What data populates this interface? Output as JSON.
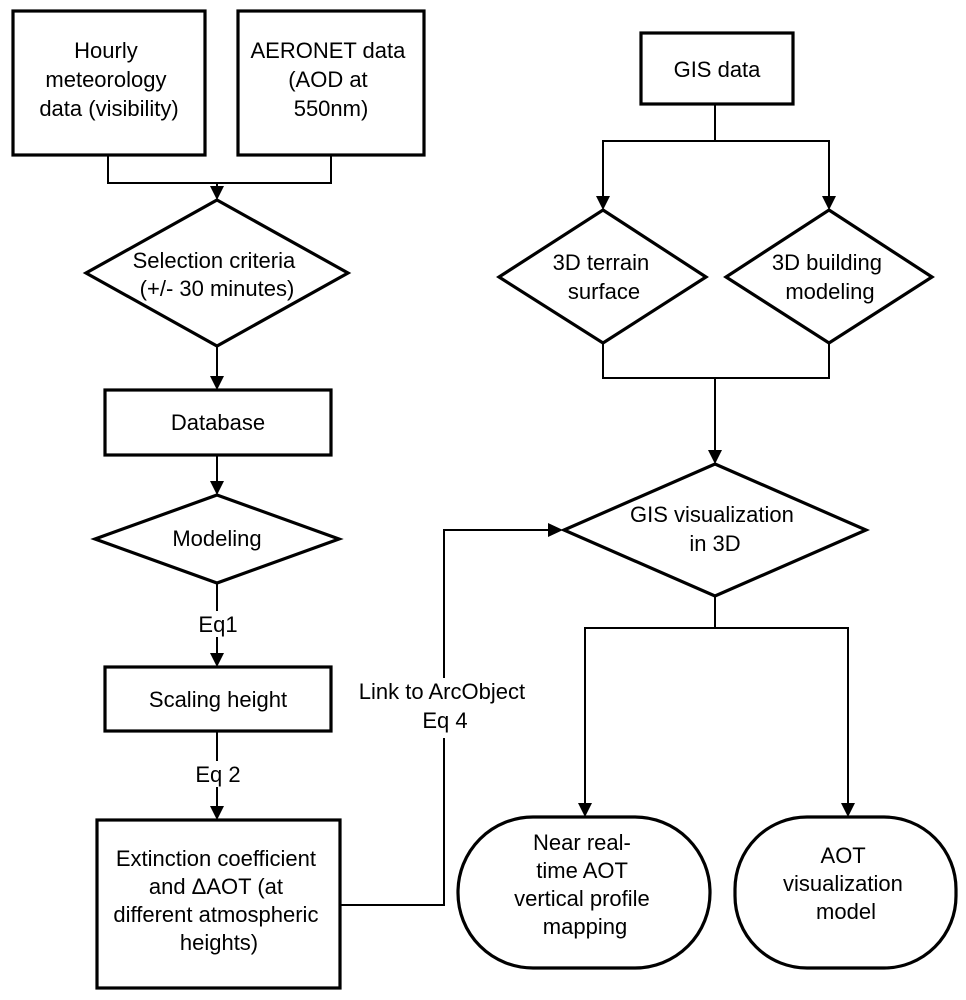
{
  "nodes": {
    "hourly_meteorology": {
      "lines": [
        "Hourly",
        "meteorology",
        "data (visibility)"
      ]
    },
    "aeronet_data": {
      "lines": [
        "AERONET data",
        "(AOD at",
        "550nm)"
      ]
    },
    "selection_criteria": {
      "lines": [
        "Selection criteria",
        "(+/- 30 minutes)"
      ]
    },
    "database": {
      "lines": [
        "Database"
      ]
    },
    "modeling": {
      "lines": [
        "Modeling"
      ]
    },
    "scaling_height": {
      "lines": [
        "Scaling height"
      ]
    },
    "extinction_coefficient": {
      "lines": [
        "Extinction coefficient",
        "and ΔAOT (at",
        "different atmospheric",
        "heights)"
      ]
    },
    "gis_data": {
      "lines": [
        "GIS data"
      ]
    },
    "terrain_surface": {
      "lines": [
        "3D terrain",
        "surface"
      ]
    },
    "building_modeling": {
      "lines": [
        "3D building",
        "modeling"
      ]
    },
    "gis_visualization": {
      "lines": [
        "GIS visualization",
        "in 3D"
      ]
    },
    "aot_profile_mapping": {
      "lines": [
        "Near real-",
        "time AOT",
        "vertical profile",
        "mapping"
      ]
    },
    "aot_visualization_model": {
      "lines": [
        "AOT",
        "visualization",
        "model"
      ]
    }
  },
  "edges": {
    "eq1": {
      "lines": [
        "Eq1"
      ]
    },
    "eq2": {
      "lines": [
        "Eq 2"
      ]
    },
    "link_arcobject": {
      "lines": [
        "Link to ArcObject",
        "Eq 4"
      ]
    }
  }
}
